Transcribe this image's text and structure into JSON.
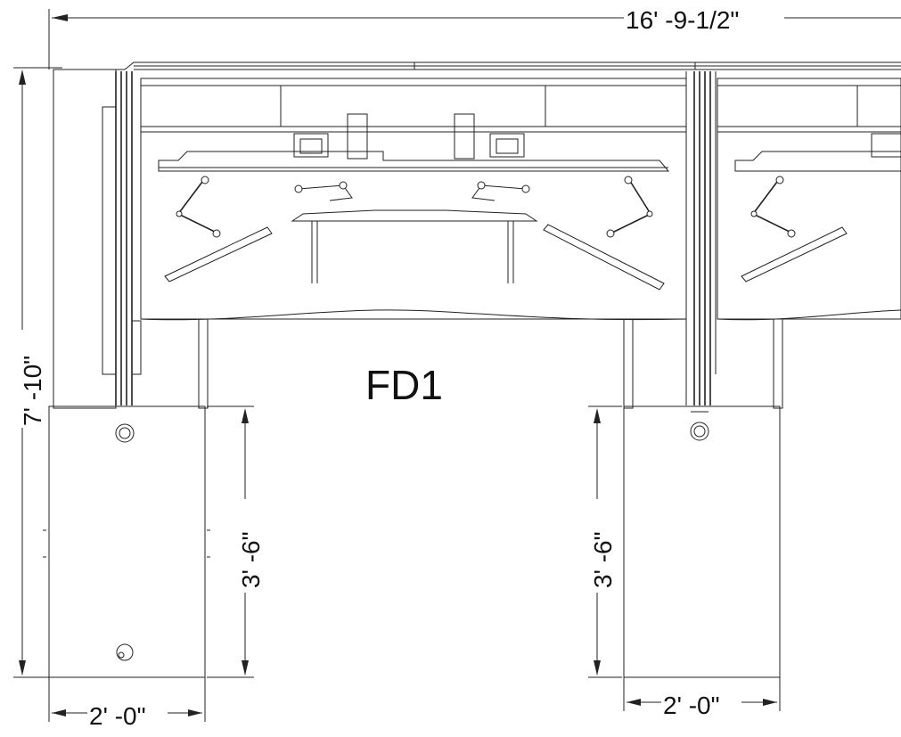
{
  "drawing_label": "FD1",
  "dimensions": {
    "overall_width": "16' -9-1/2\"",
    "overall_depth": "7' -10\"",
    "pedestal_left_depth": "3' -6\"",
    "pedestal_right_depth": "3' -6\"",
    "pedestal_left_width": "2' -0\"",
    "pedestal_right_width": "2' -0\""
  }
}
